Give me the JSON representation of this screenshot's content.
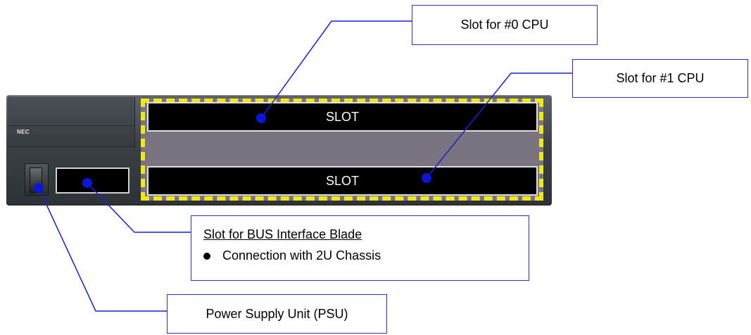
{
  "chassis": {
    "brand_logo": "NEC",
    "slot0_label": "SLOT",
    "slot1_label": "SLOT",
    "colors": {
      "chassis": "#3b4045",
      "slot_area": "#7a7480",
      "highlight_dash": "#f0e61c",
      "pointer": "#0a18d6",
      "callout_border": "#2b2fd8"
    }
  },
  "callouts": {
    "cpu0": "Slot for #0 CPU",
    "cpu1": "Slot for #1 CPU",
    "bus_title": "Slot for BUS Interface Blade",
    "bus_bullet": "Connection with 2U Chassis",
    "psu": "Power Supply Unit (PSU)"
  }
}
